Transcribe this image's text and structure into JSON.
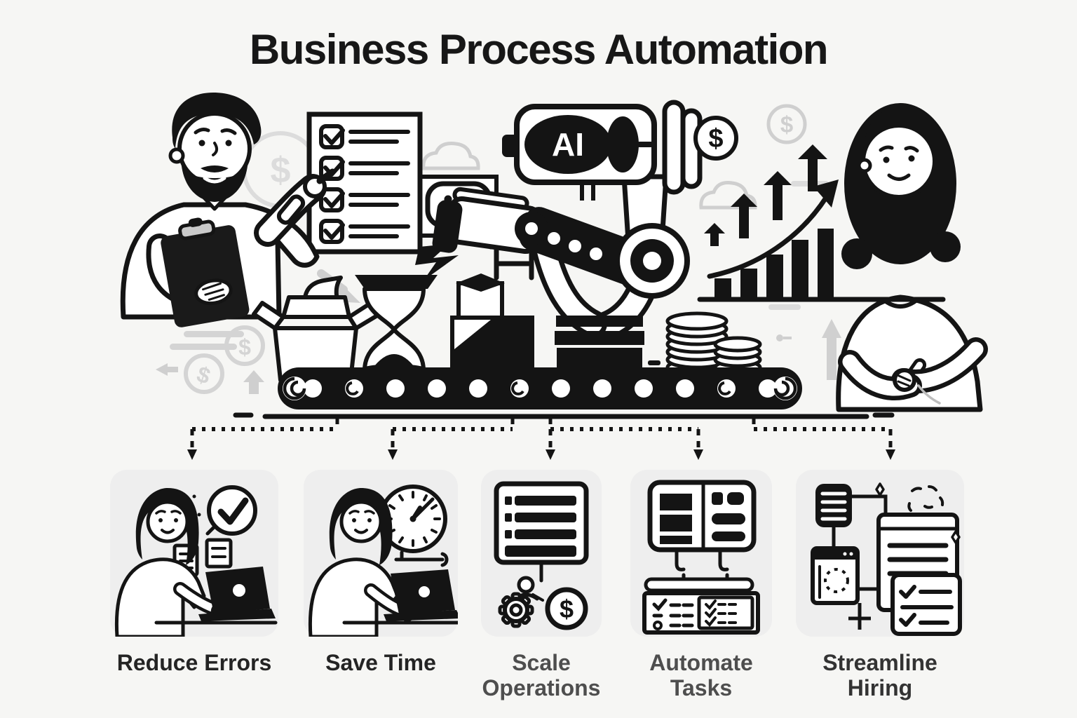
{
  "title": "Business Process Automation",
  "scene": {
    "ai_label": "AI",
    "dollar_glyph": "$"
  },
  "cards": [
    {
      "label": "Reduce Errors"
    },
    {
      "label": "Save Time"
    },
    {
      "label": "Scale Operations"
    },
    {
      "label": "Automate Tasks"
    },
    {
      "label": "Streamline Hiring"
    }
  ],
  "colors": {
    "ink": "#141414",
    "background": "#f6f6f4",
    "card_background": "#eeeeee",
    "muted_gray": "#cfcfcf",
    "label_dark": "#242424",
    "label_gray": "#4e4e4e"
  }
}
